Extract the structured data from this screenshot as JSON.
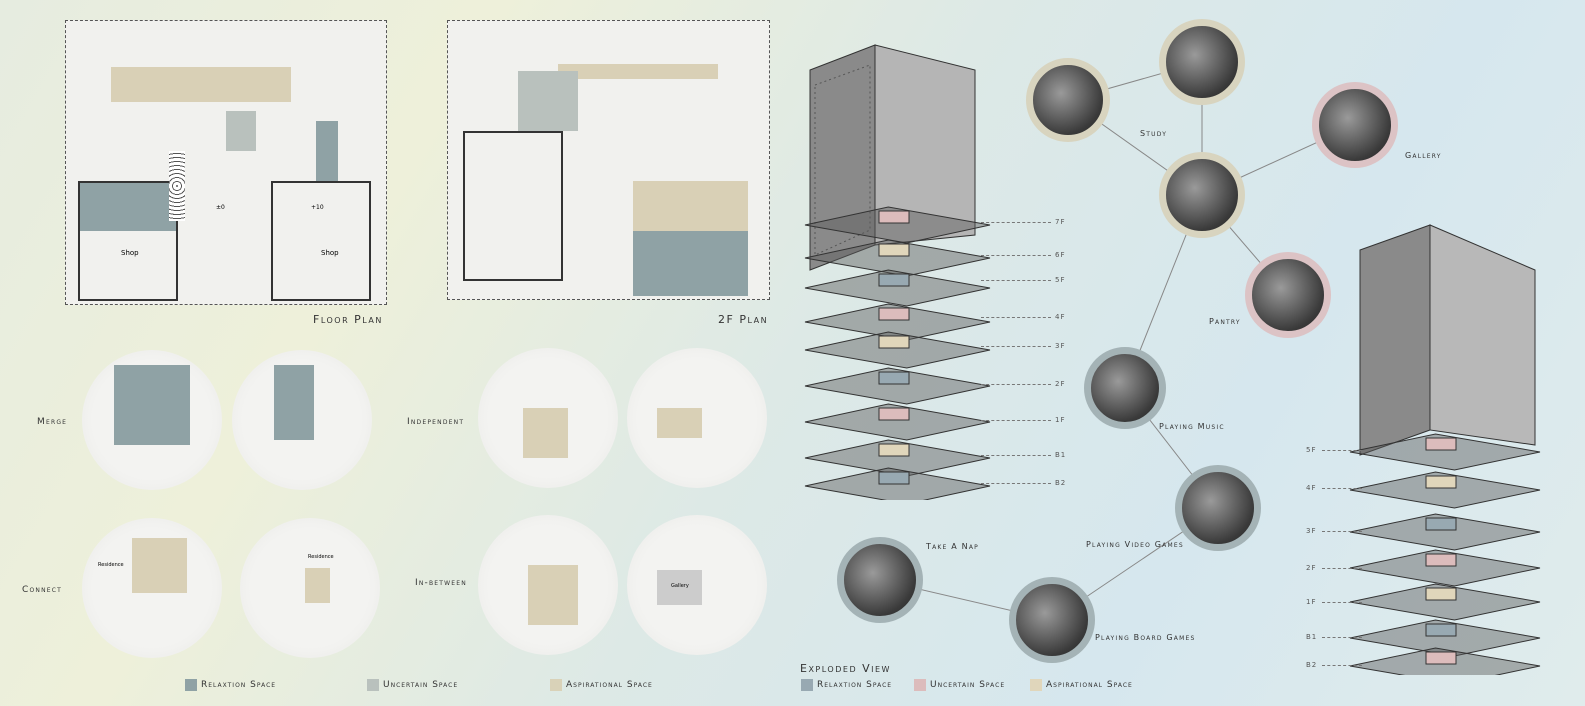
{
  "titles": {
    "floor_plan": "Floor Plan",
    "plan_2f": "2F Plan",
    "exploded": "Exploded View"
  },
  "floor_plan": {
    "shop_left": "Shop",
    "shop_right": "Shop",
    "elev_left": "±0",
    "elev_right": "+10"
  },
  "strategies": [
    "Merge",
    "Independent",
    "Connect",
    "In-between"
  ],
  "plan_labels": {
    "residence": "Residence",
    "gallery": "Gallery"
  },
  "activities": {
    "study": "Study",
    "gallery": "Gallery",
    "pantry": "Pantry",
    "music": "Playing Music",
    "video": "Playing Video Games",
    "nap": "Take A Nap",
    "board": "Playing Board Games"
  },
  "exploded_floors": [
    "7F",
    "6F",
    "5F",
    "4F",
    "3F",
    "2F",
    "1F",
    "B1",
    "B2"
  ],
  "tower_floors": [
    "5F",
    "4F",
    "3F",
    "2F",
    "1F",
    "B1",
    "B2"
  ],
  "legend_left": [
    {
      "label": "Relaxtion Space",
      "color": "#8fa2a5"
    },
    {
      "label": "Uncertain Space",
      "color": "#b9c1bd"
    },
    {
      "label": "Aspirational Space",
      "color": "#d9d2b8"
    }
  ],
  "legend_right": [
    {
      "label": "Relaxtion Space",
      "color": "#98a9b2"
    },
    {
      "label": "Uncertain Space",
      "color": "#dcbcbc"
    },
    {
      "label": "Aspirational Space",
      "color": "#e0d6bb"
    }
  ]
}
